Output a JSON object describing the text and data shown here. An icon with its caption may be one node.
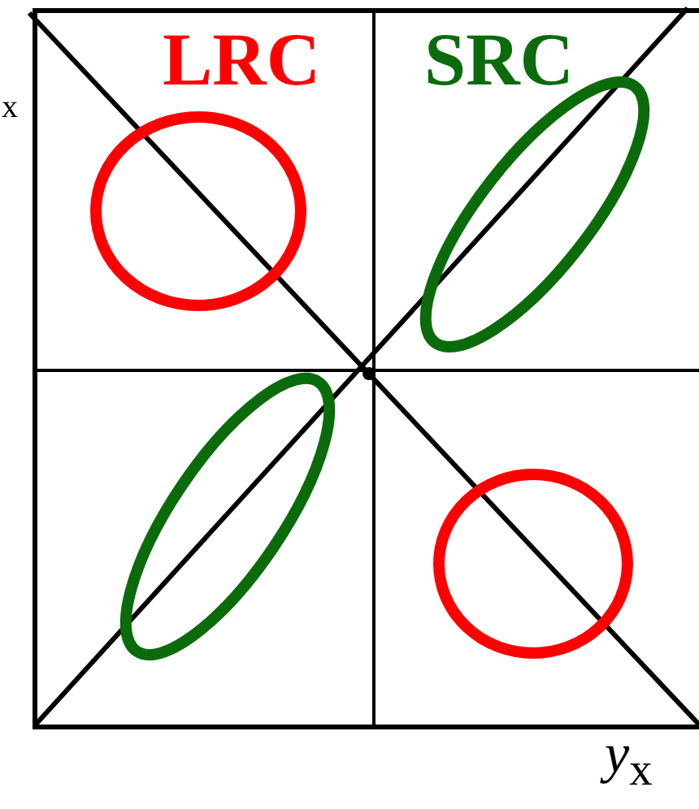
{
  "diagram": {
    "labels": [
      "x",
      "LRC",
      "SRC",
      "*y*$_{x}$"
    ]
  }
}
